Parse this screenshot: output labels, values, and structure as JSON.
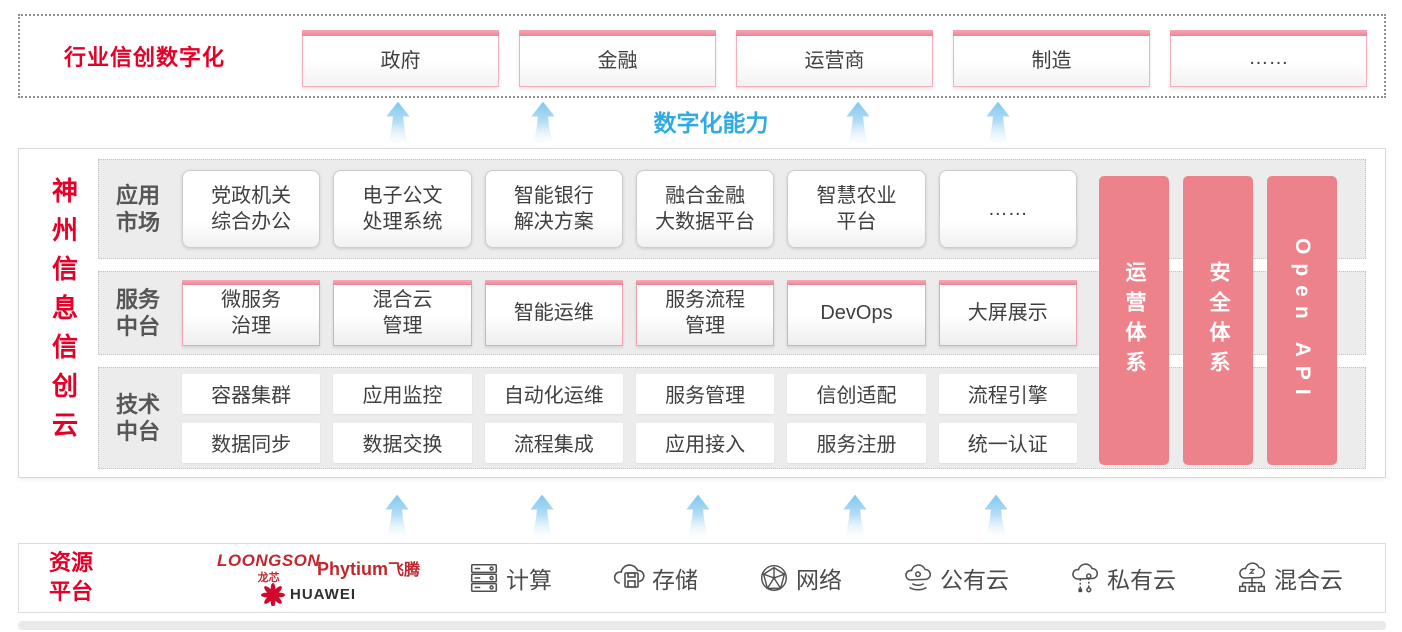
{
  "colors": {
    "accent_red": "#e60027",
    "pillar_pink": "#ee828a",
    "capability_blue": "#2fabe1",
    "box_border_pink": "#f0a2af",
    "row_gray": "#ececec"
  },
  "top_banner": {
    "title": "行业信创数字化",
    "industries": [
      "政府",
      "金融",
      "运营商",
      "制造",
      "……"
    ]
  },
  "capability_label": "数字化能力",
  "platform": {
    "vertical_title": "神州信息信创云",
    "app_market": {
      "label": "应用市场",
      "items": [
        "党政机关\n综合办公",
        "电子公文\n处理系统",
        "智能银行\n解决方案",
        "融合金融\n大数据平台",
        "智慧农业\n平台",
        "……"
      ]
    },
    "service_platform": {
      "label": "服务中台",
      "items": [
        "微服务\n治理",
        "混合云\n管理",
        "智能运维",
        "服务流程\n管理",
        "DevOps",
        "大屏展示"
      ]
    },
    "tech_platform": {
      "label": "技术中台",
      "row1": [
        "容器集群",
        "应用监控",
        "自动化运维",
        "服务管理",
        "信创适配",
        "流程引擎"
      ],
      "row2": [
        "数据同步",
        "数据交换",
        "流程集成",
        "应用接入",
        "服务注册",
        "统一认证"
      ]
    },
    "pillars": [
      {
        "label": "运营体系"
      },
      {
        "label": "安全体系"
      },
      {
        "label": "Open API"
      }
    ]
  },
  "resources": {
    "label": "资源平台",
    "vendors": {
      "loongson": "LOONGSON",
      "loongson_cn": "龙芯",
      "phytium": "Phytium",
      "phytium_cn": "飞腾",
      "huawei": "HUAWEI"
    },
    "items": [
      {
        "icon": "compute-icon",
        "label": "计算"
      },
      {
        "icon": "storage-icon",
        "label": "存储"
      },
      {
        "icon": "network-icon",
        "label": "网络"
      },
      {
        "icon": "public-cloud-icon",
        "label": "公有云"
      },
      {
        "icon": "private-cloud-icon",
        "label": "私有云"
      },
      {
        "icon": "hybrid-cloud-icon",
        "label": "混合云"
      }
    ]
  }
}
